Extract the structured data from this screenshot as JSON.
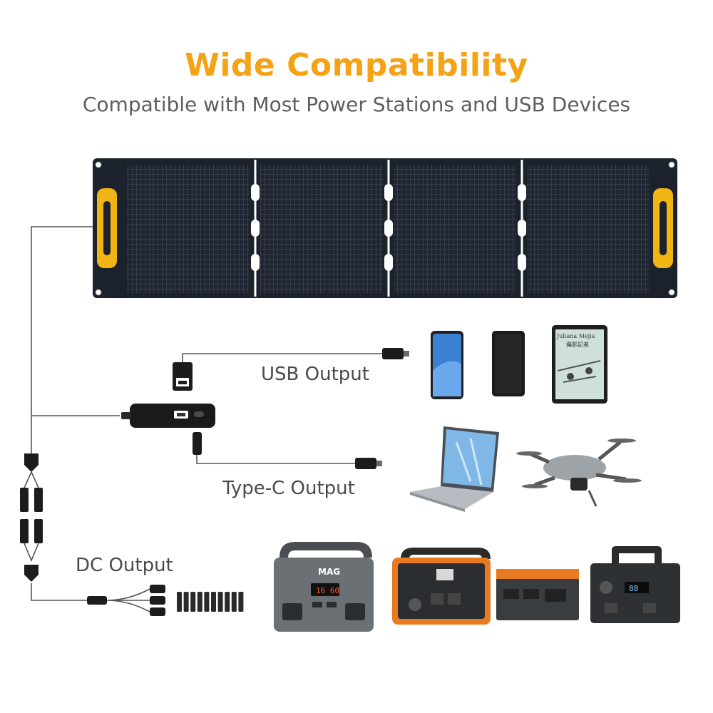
{
  "header": {
    "title": "Wide Compatibility",
    "subtitle": "Compatible with Most Power Stations and USB Devices"
  },
  "outputs": {
    "usb_label": "USB Output",
    "typec_label": "Type-C Output",
    "dc_label": "DC Output"
  },
  "devices": {
    "tablet_text_line1": "Juliana Mejia",
    "tablet_text_line2": "攝影記者",
    "power_station_brand": "MAG",
    "power_station_display": "16 60",
    "power_station_4_display": "88"
  },
  "colors": {
    "title": "#f5a214",
    "subtitle": "#5e5e5e",
    "panel": "#1c222c",
    "handle": "#f0b414",
    "cable": "#555555"
  }
}
